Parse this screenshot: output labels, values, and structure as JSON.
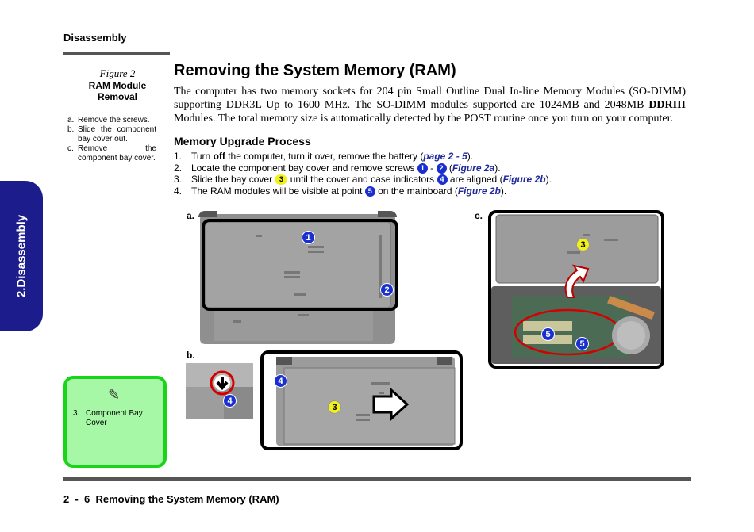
{
  "header": {
    "section": "Disassembly"
  },
  "side_tab": {
    "label": "2.Disassembly"
  },
  "figure_caption": {
    "number": "Figure 2",
    "title_line1": "RAM Module",
    "title_line2": "Removal",
    "steps": [
      {
        "label": "a.",
        "text": "Remove the screws."
      },
      {
        "label": "b.",
        "text": "Slide the component bay cover out."
      },
      {
        "label": "c.",
        "text": "Remove the component bay cover."
      }
    ]
  },
  "note": {
    "icon": "pen-icon",
    "number": "3.",
    "text": "Component Bay Cover"
  },
  "page": {
    "title": "Removing the System Memory (RAM)",
    "intro_part1": "The computer has two memory sockets for 204 pin Small Outline Dual In-line Memory Modules (SO-DIMM) supporting DDR3L Up to 1600 MHz. The SO-DIMM modules supported are 1024MB and 2048MB ",
    "intro_bold": "DDRIII",
    "intro_part2": " Modules. The total memory size is automatically detected by the POST routine once you turn on your computer.",
    "subheading": "Memory Upgrade Process",
    "steps": {
      "s1": {
        "num": "1.",
        "a": "Turn ",
        "bold": "off",
        "b": " the computer, turn it over, remove the battery (",
        "link": "page 2 - 5",
        "c": ")."
      },
      "s2": {
        "num": "2.",
        "a": "Locate the component bay cover and remove screws ",
        "badge1": "1",
        "mid": " - ",
        "badge2": "2",
        "b": " (",
        "link": "Figure 2a",
        "c": ")."
      },
      "s3": {
        "num": "3.",
        "a": "Slide the bay cover ",
        "badge1": "3",
        "b": " until the cover and case indicators ",
        "badge2": "4",
        "c": " are aligned (",
        "link": "Figure 2b",
        "d": ")."
      },
      "s4": {
        "num": "4.",
        "a": "The RAM modules will be visible at point ",
        "badge1": "5",
        "b": " on the mainboard (",
        "link": "Figure 2b",
        "c": ")."
      }
    }
  },
  "figures": {
    "a": {
      "label": "a.",
      "markers": [
        "1",
        "2"
      ]
    },
    "b": {
      "label": "b.",
      "markers": [
        "4",
        "4",
        "3"
      ]
    },
    "c": {
      "label": "c.",
      "markers": [
        "3",
        "5",
        "5"
      ]
    }
  },
  "footer": {
    "text": "2  -  6  Removing the System Memory (RAM)"
  },
  "colors": {
    "tab": "#1c1c8c",
    "link": "#1e2a9a",
    "note_bg": "#a6f7a6",
    "note_border": "#1ad41a",
    "marker_blue": "#1a2fcf",
    "marker_yellow": "#f2f21a"
  }
}
